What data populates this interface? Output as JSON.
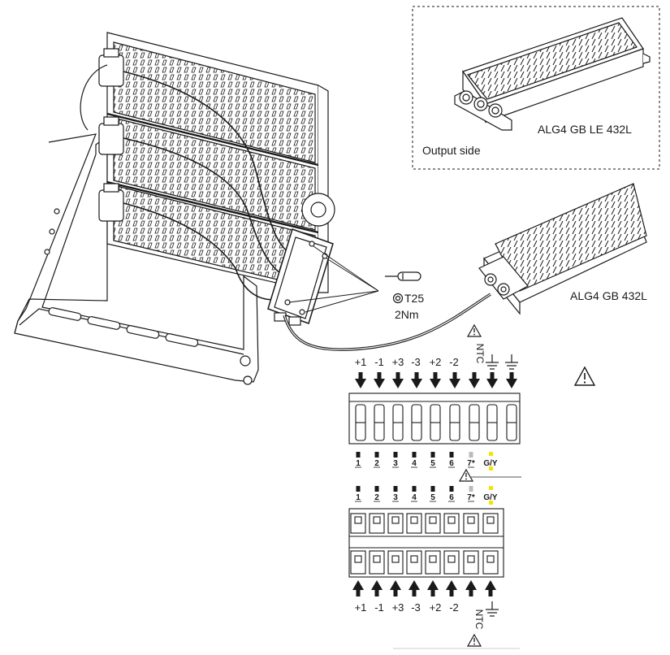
{
  "drivers": {
    "output_side_label": "Output side",
    "model_le": "ALG4 GB LE 432L",
    "model_std": "ALG4 GB 432L"
  },
  "screw": {
    "type": "T25",
    "torque": "2Nm"
  },
  "top_terminal": {
    "polarity": [
      "+1",
      "-1",
      "+3",
      "-3",
      "+2",
      "-2"
    ],
    "ntc": "NTC",
    "wire_numbers": [
      "1",
      "2",
      "3",
      "4",
      "5",
      "6",
      "7*",
      "G/Y"
    ]
  },
  "bottom_terminal": {
    "wire_numbers": [
      "1",
      "2",
      "3",
      "4",
      "5",
      "6",
      "7*",
      "G/Y"
    ],
    "polarity": [
      "+1",
      "-1",
      "+3",
      "-3",
      "+2",
      "-2"
    ],
    "ntc": "NTC"
  },
  "colors": {
    "line": "#1a1a1a",
    "gy_highlight": "#f2e600"
  }
}
